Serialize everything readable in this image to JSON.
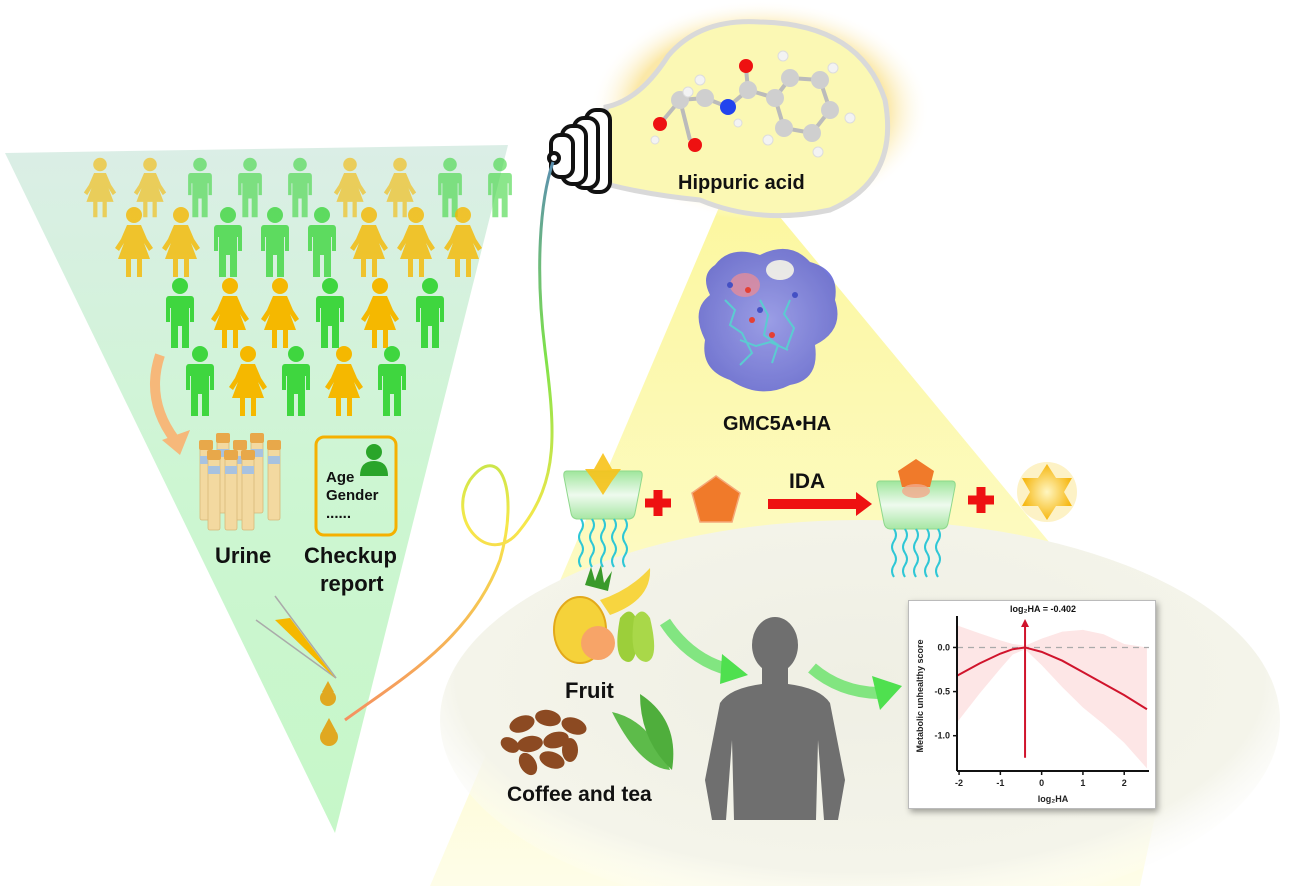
{
  "colors": {
    "cohort_funnel": "#c8f5cc",
    "light_beam": "#fdfbb8",
    "female_figure": "#f5b800",
    "male_figure": "#3fd63f",
    "report_border": "#f5b000",
    "report_avatar": "#2aa52a",
    "plus_sign": "#ee1111",
    "arrow_red": "#ee1111",
    "pentagon": "#f07a2a",
    "star": "#f7c21a",
    "silhouette": "#6f6f6f",
    "green_arrow": "#4fe04f",
    "curve": "#d0142c",
    "ci_band": "#fde3e3"
  },
  "cohort": {
    "rows": [
      [
        "female",
        "female",
        "male",
        "male",
        "male",
        "female",
        "female",
        "male",
        "male"
      ],
      [
        "female",
        "female",
        "male",
        "male",
        "male",
        "female",
        "female",
        "female"
      ],
      [
        "male",
        "female",
        "female",
        "male",
        "female",
        "male"
      ],
      [
        "male",
        "female",
        "male",
        "female",
        "male"
      ]
    ]
  },
  "samples": {
    "urine_label": "Urine",
    "report": {
      "fields": [
        "Age",
        "Gender",
        "......"
      ],
      "label_line1": "Checkup",
      "label_line2": "report"
    }
  },
  "bulb": {
    "molecule_label": "Hippuric acid"
  },
  "complex": {
    "label": "GMC5A•HA"
  },
  "assay": {
    "arrow_label": "IDA"
  },
  "diet": {
    "fruit_label": "Fruit",
    "coffee_tea_label": "Coffee and tea"
  },
  "chart_data": {
    "type": "line",
    "title": "",
    "annotation": "log₂HA = -0.402",
    "annotation_x": -0.402,
    "xlabel": "log₂HA",
    "ylabel": "Metabolic unhealthy score",
    "xlim": [
      -2.05,
      2.6
    ],
    "ylim": [
      -1.4,
      0.3
    ],
    "xticks": [
      -2,
      -1,
      0,
      1,
      2
    ],
    "xtick_labels": [
      "-2",
      "-1",
      "0",
      "1",
      "2"
    ],
    "yticks": [
      0.0,
      -0.5,
      -1.0
    ],
    "ytick_labels": [
      "0.0",
      "-0.5",
      "-1.0"
    ],
    "reference_line_y": 0.0,
    "grid": false,
    "series": [
      {
        "name": "fit",
        "x": [
          -2.05,
          -1.5,
          -1.0,
          -0.7,
          -0.402,
          0.0,
          0.5,
          1.0,
          1.5,
          2.0,
          2.55
        ],
        "y": [
          -0.32,
          -0.18,
          -0.07,
          -0.02,
          0.0,
          -0.05,
          -0.15,
          -0.28,
          -0.41,
          -0.54,
          -0.7
        ]
      }
    ],
    "ci_band": {
      "x": [
        -2.05,
        -1.5,
        -1.0,
        -0.7,
        -0.402,
        0.0,
        0.5,
        1.0,
        1.5,
        2.0,
        2.55
      ],
      "upper": [
        0.25,
        0.16,
        0.08,
        0.04,
        0.02,
        0.1,
        0.18,
        0.2,
        0.15,
        0.04,
        0.0
      ],
      "lower": [
        -0.85,
        -0.52,
        -0.24,
        -0.08,
        -0.02,
        -0.2,
        -0.45,
        -0.68,
        -0.87,
        -1.08,
        -1.37
      ]
    }
  }
}
